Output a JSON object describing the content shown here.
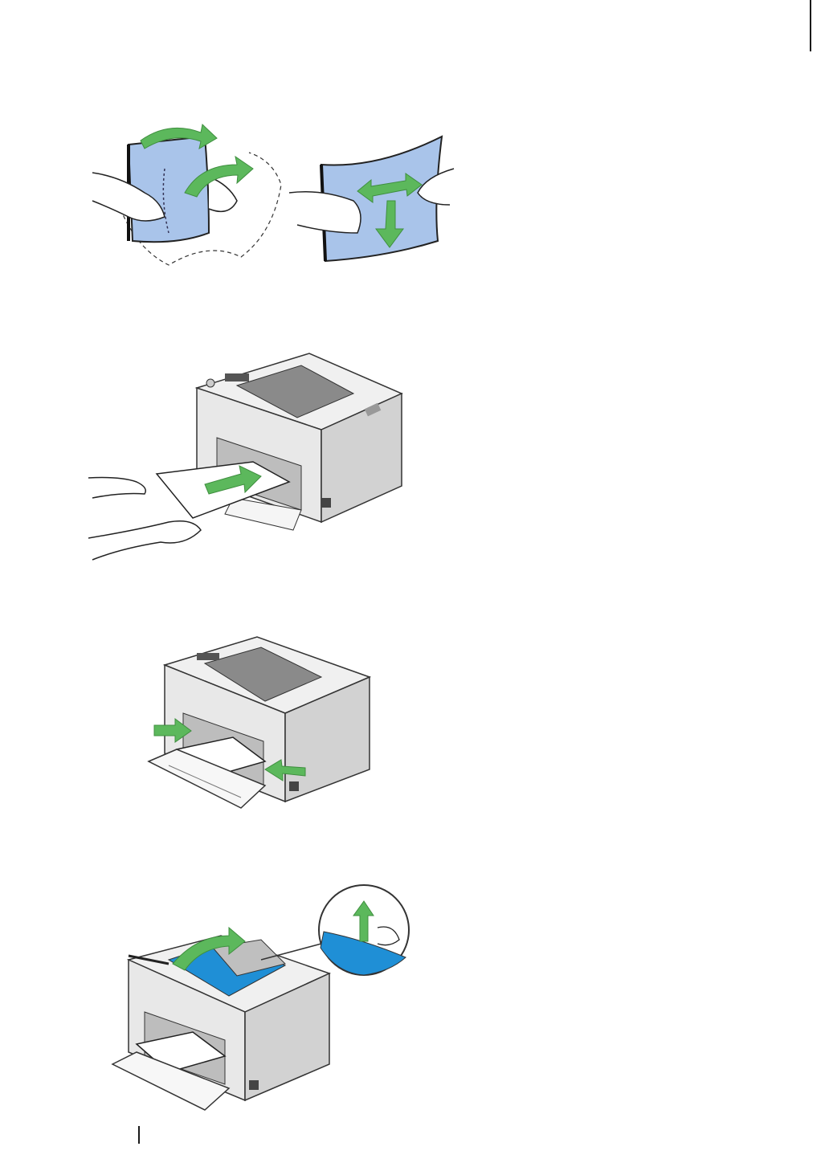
{
  "colors": {
    "paper_blue": "#a9c4ea",
    "arrow_green": "#5cb85c",
    "arrow_green_dark": "#3f8f3f",
    "printer_body": "#e8e8e8",
    "printer_side": "#d2d2d2",
    "printer_dark": "#8a8a8a",
    "cover_blue": "#1f8fd6",
    "line": "#333333"
  },
  "figures": [
    {
      "id": "fan-paper",
      "icon": "fan-paper-stack-illustration"
    },
    {
      "id": "insert-paper",
      "icon": "insert-paper-into-printer-illustration"
    },
    {
      "id": "adjust-guides",
      "icon": "adjust-paper-guides-illustration"
    },
    {
      "id": "lift-extension",
      "icon": "lift-output-tray-extension-illustration"
    }
  ]
}
